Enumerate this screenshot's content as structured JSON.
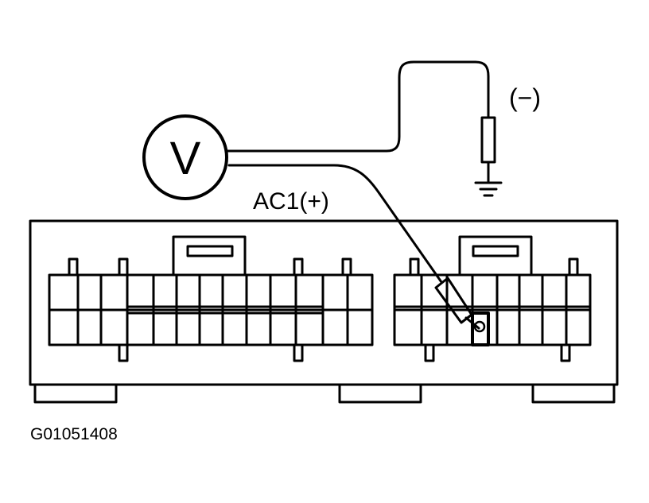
{
  "diagram": {
    "meter_symbol": "V",
    "positive_label": "AC1(+)",
    "negative_label": "(−)",
    "figure_id": "G01051408",
    "icons": [
      "voltmeter-icon",
      "ground-icon",
      "probe-icon",
      "connector-icon"
    ],
    "colors": {
      "line": "#000000",
      "background": "#ffffff"
    }
  }
}
